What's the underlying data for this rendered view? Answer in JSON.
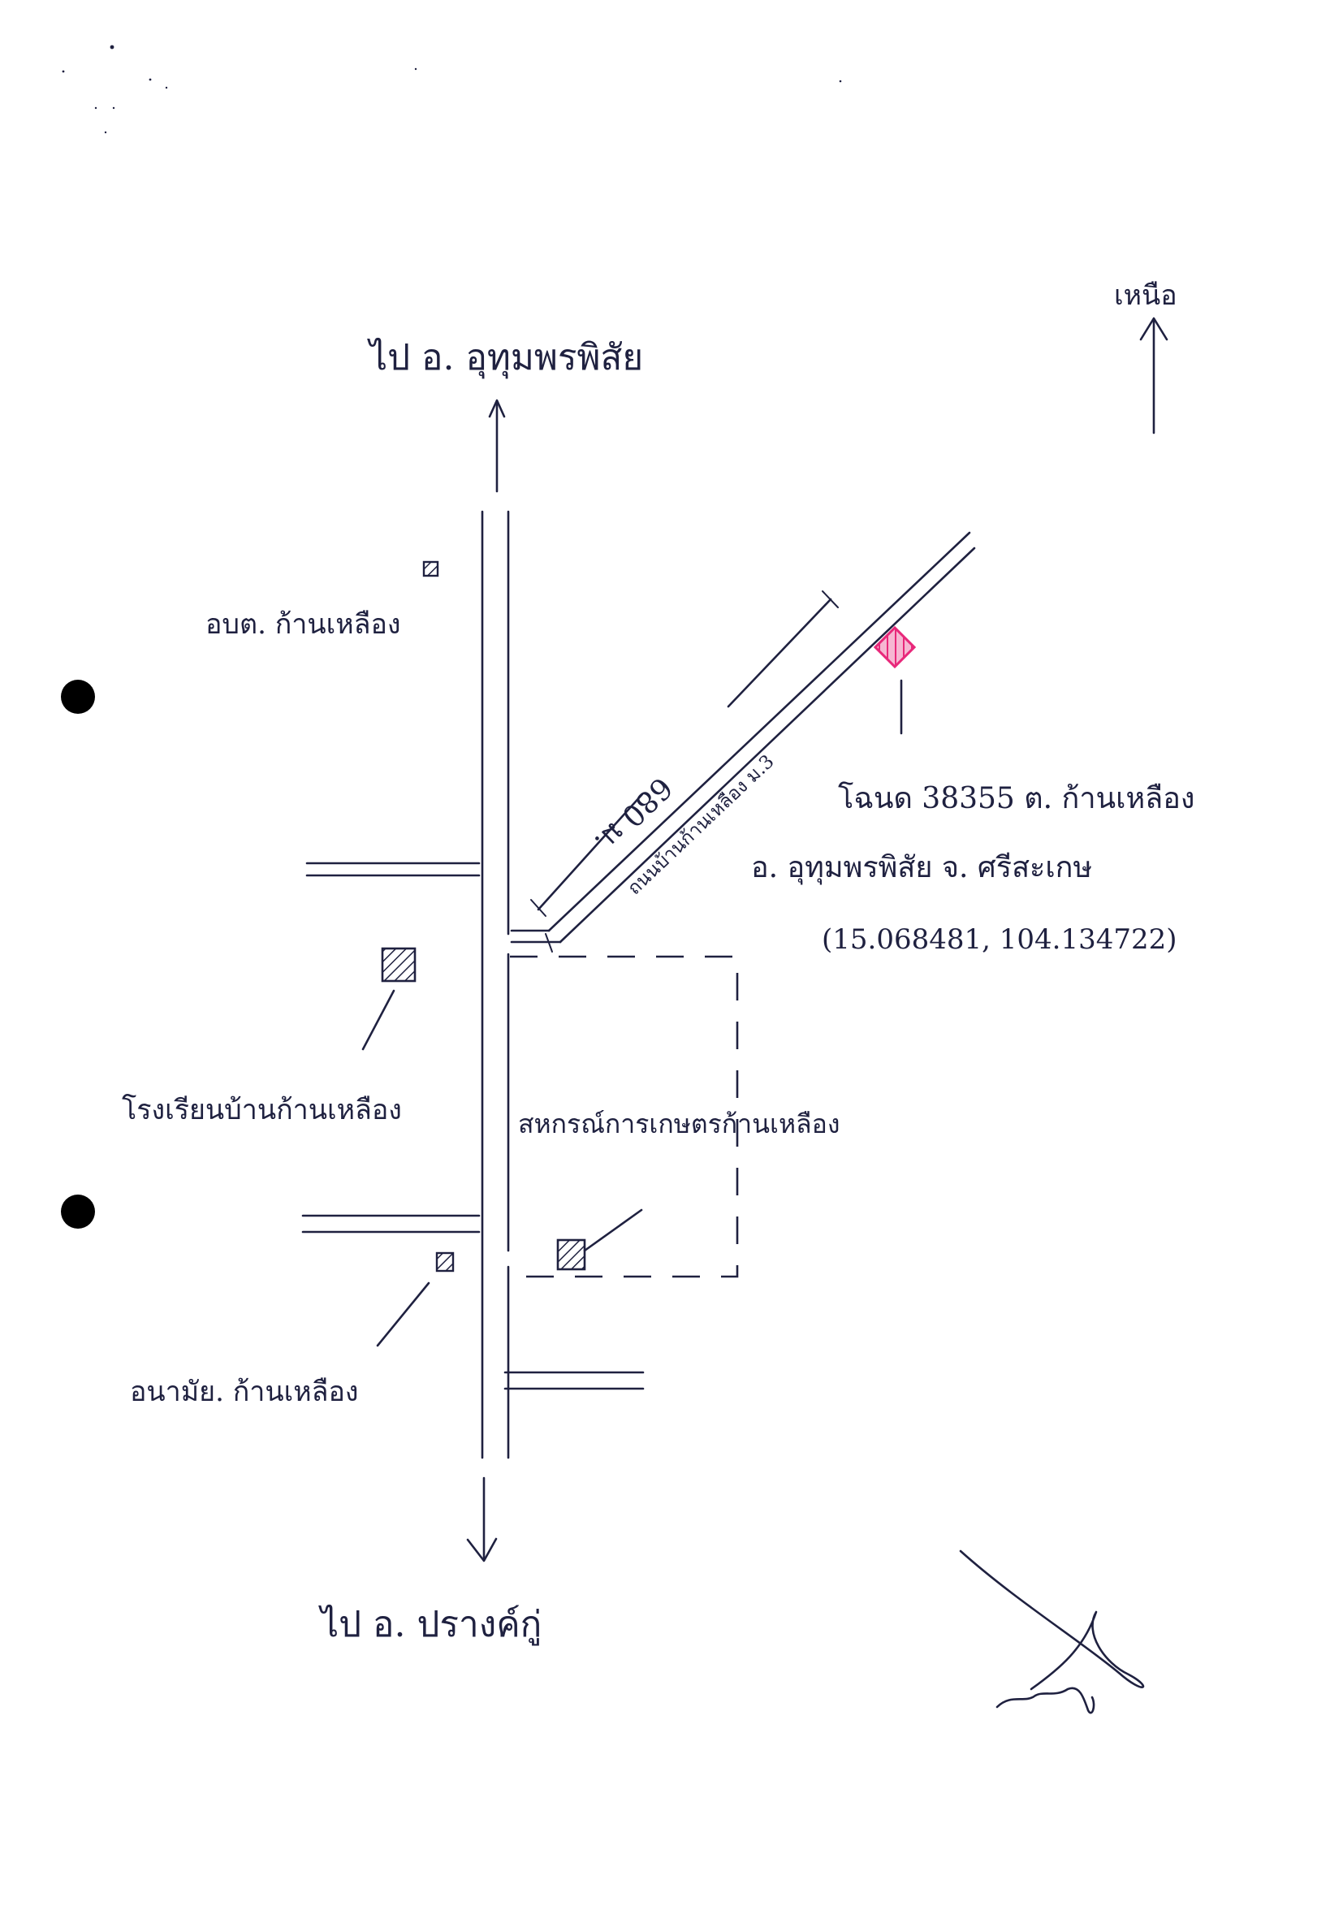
{
  "map": {
    "directions": {
      "north": "เหนือ",
      "to_top": "ไป อ. อุทุมพรพิสัย",
      "to_bottom": "ไป อ. ปรางค์กู่"
    },
    "landmarks": {
      "sao": "อบต. ก้านเหลือง",
      "school": "โรงเรียนบ้านก้านเหลือง",
      "coop": "สหกรณ์การเกษตรก้านเหลือง",
      "health": "อนามัย. ก้านเหลือง"
    },
    "road_label": "ถนนบ้านก้านเหลือง ม.3",
    "distance_label": "680 ม.",
    "site": {
      "deed": "โฉนด 38355 ต. ก้านเหลือง",
      "district": "อ. อุทุมพรพิสัย จ. ศรีสะเกษ",
      "coords": "(15.068481, 104.134722)",
      "color": "#e8287a"
    },
    "colors": {
      "ink": "#1f2140"
    }
  }
}
